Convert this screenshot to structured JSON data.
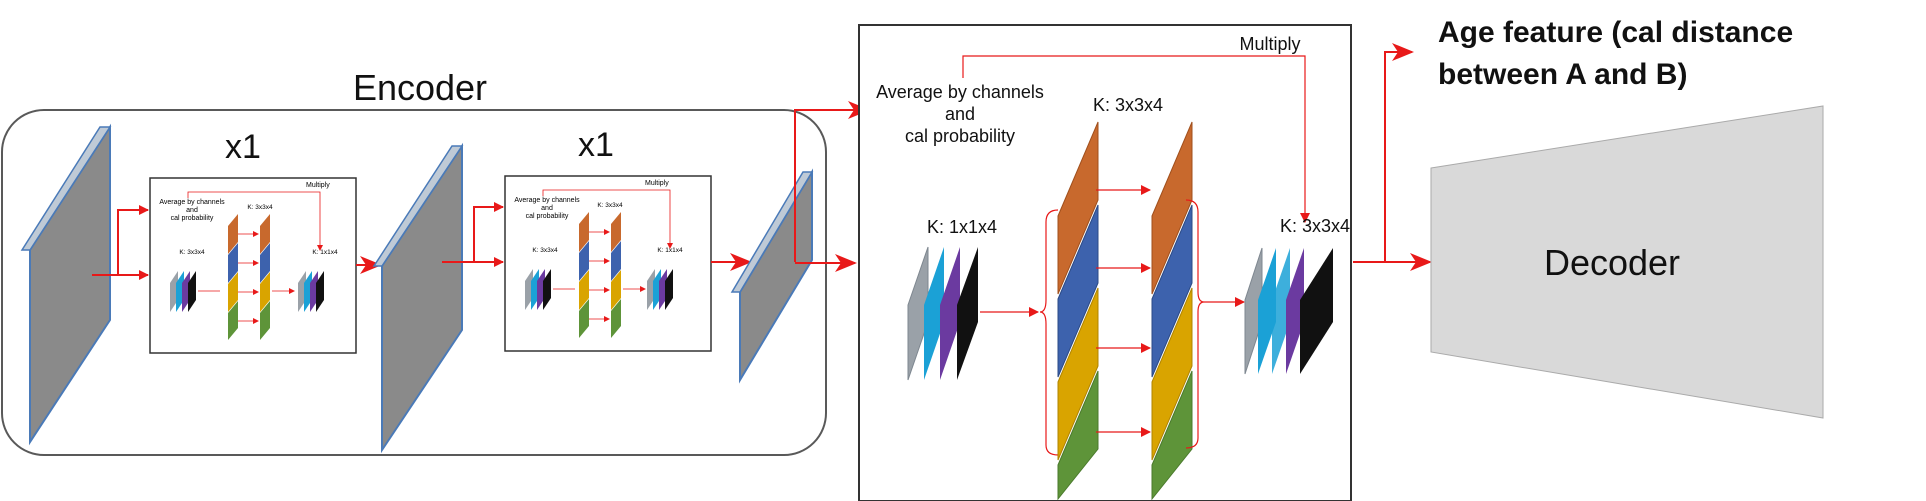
{
  "encoder": {
    "title": "Encoder",
    "block1_repeat": "x1",
    "block2_repeat": "x1"
  },
  "mini_block": {
    "avg_line1": "Average by channels",
    "avg_line2": "and",
    "avg_line3": "cal probability",
    "multiply": "Multiply",
    "kernel_in": "K: 3x3x4",
    "kernel_mid": "K: 3x3x4",
    "kernel_out": "K: 1x1x4"
  },
  "detail": {
    "avg_line1": "Average by channels",
    "avg_line2": "and",
    "avg_line3": "cal probability",
    "multiply": "Multiply",
    "kernel_in": "K: 1x1x4",
    "kernel_mid": "K: 3x3x4",
    "kernel_out": "K: 3x3x4"
  },
  "age_feature": {
    "line1": "Age feature (cal distance",
    "line2": "between A and B)"
  },
  "decoder": {
    "label": "Decoder"
  },
  "colors": {
    "arrow": "#e81919",
    "slab_front": "#8a8a8a",
    "slab_top": "#bfcad6",
    "slab_edge": "#4a7ab8",
    "decoder_fill": "#d9d9d9",
    "orange": "#c8692d",
    "blue": "#3d62ad",
    "gold": "#d9a400",
    "green": "#5e9439",
    "gray": "#9aa1a8",
    "cyan": "#1ba1d6",
    "purple": "#6b3aa0",
    "black": "#111111"
  }
}
